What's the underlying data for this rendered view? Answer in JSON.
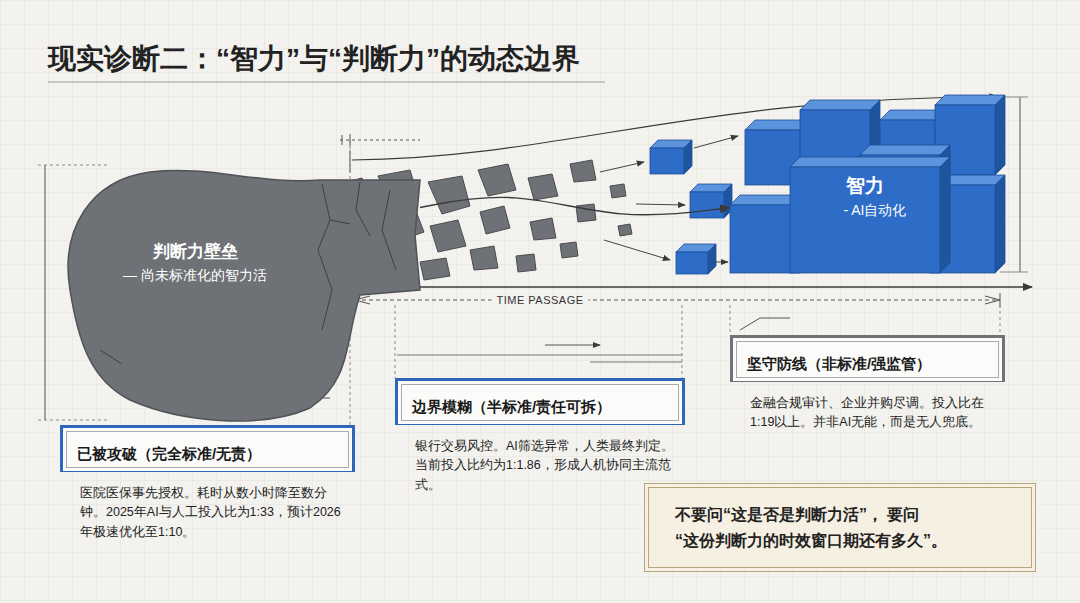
{
  "diagram": {
    "title": "现实诊断二：“智力”与“判断力”的动态边界",
    "nodes": [
      {
        "text": [
          "判断力壁垒",
          "— 尚未标准化的智力活"
        ]
      },
      {
        "text": [
          "智力",
          "- AI自动化"
        ]
      },
      {
        "text": [
          "已被攻破（完全标准/无责）",
          "医院医保事先授权。耗时从数小时降至数分钟。2025年AI与人工投入比为1:33，预计2026年极速优化至1:10。"
        ]
      },
      {
        "text": [
          "边界模糊（半标准/责任可拆）",
          "银行交易风控。AI筛选异常，人类最终判定。当前投入比约为1:1.86，形成人机协同主流范式。"
        ]
      },
      {
        "text": [
          "坚守防线（非标准/强监管）",
          "金融合规审计、企业并购尽调。投入比在1:19以上。并非AI无能，而是无人兜底。"
        ]
      },
      {
        "text": [
          "不要问“这是否是判断力活”， 要问“这份判断力的时效窗口期还有多久”。"
        ]
      }
    ],
    "edges": [
      {
        "from": 0,
        "to": 1,
        "arrow": "to"
      }
    ],
    "labels": [
      "TIME PASSAGE"
    ]
  }
}
